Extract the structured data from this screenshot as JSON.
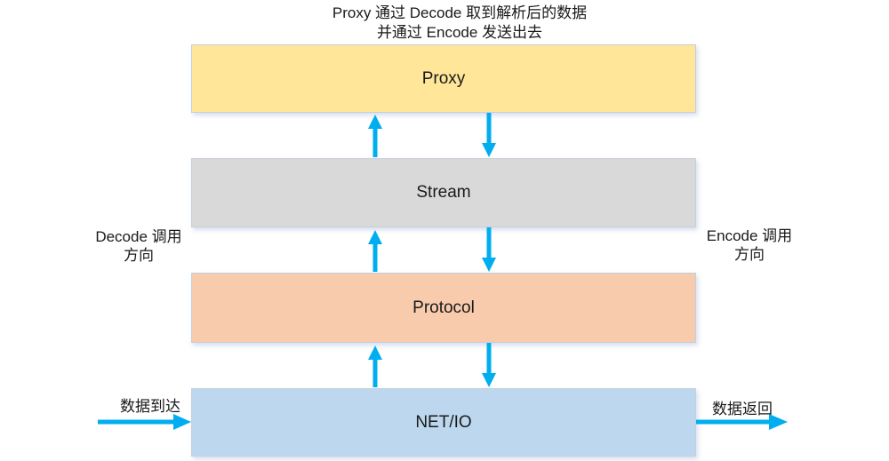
{
  "title": {
    "line1": "Proxy 通过 Decode 取到解析后的数据",
    "line2": "并通过 Encode 发送出去"
  },
  "layers": [
    {
      "id": "proxy",
      "label": "Proxy",
      "fill": "#FFE699"
    },
    {
      "id": "stream",
      "label": "Stream",
      "fill": "#D9D9D9"
    },
    {
      "id": "protocol",
      "label": "Protocol",
      "fill": "#F8CBAD"
    },
    {
      "id": "netio",
      "label": "NET/IO",
      "fill": "#BDD7EE"
    }
  ],
  "side_labels": {
    "left": {
      "line1": "Decode 调用",
      "line2": "方向"
    },
    "right": {
      "line1": "Encode 调用",
      "line2": "方向"
    }
  },
  "flow_labels": {
    "incoming": "数据到达",
    "outgoing": "数据返回"
  },
  "colors": {
    "arrow": "#00AEEF",
    "border": "#C6CFDB",
    "text": "#1A1A1A"
  }
}
